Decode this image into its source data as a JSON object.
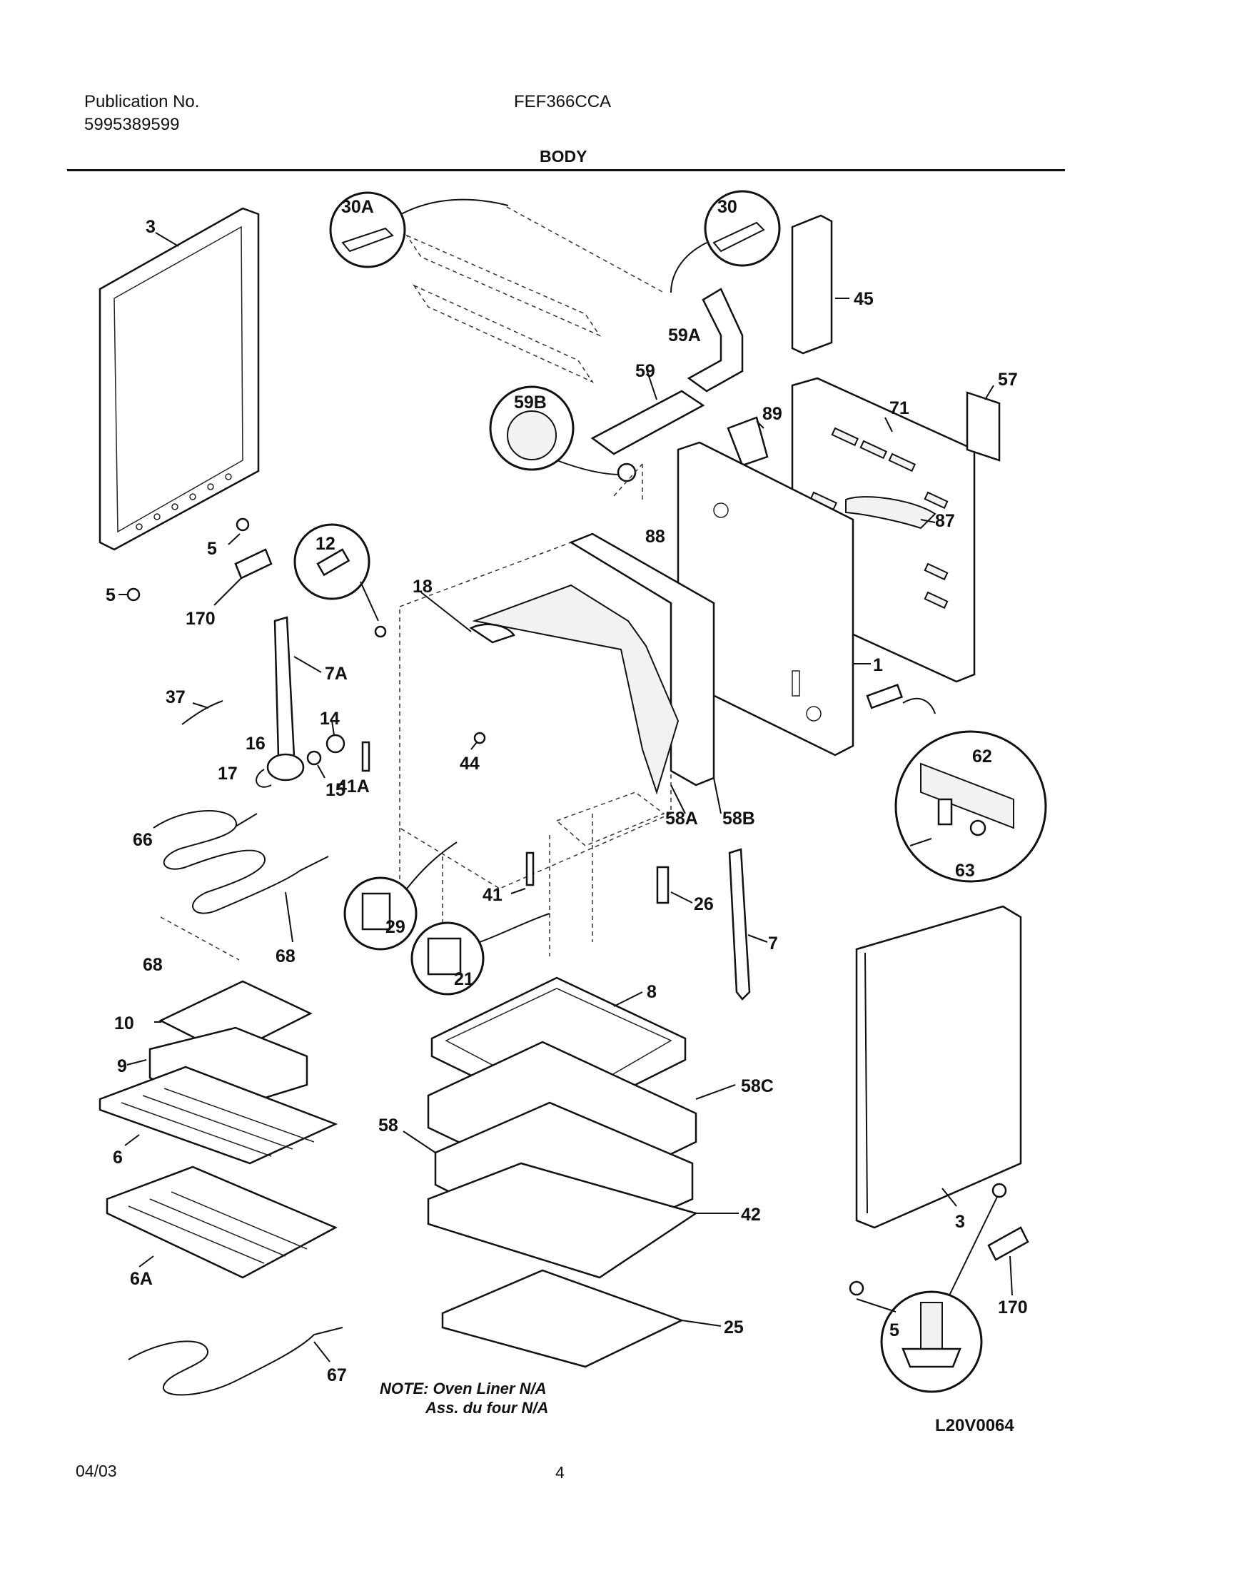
{
  "header": {
    "publication_label": "Publication No.",
    "publication_number": "5995389599",
    "model": "FEF366CCA",
    "section": "BODY"
  },
  "footer": {
    "date": "04/03",
    "page": "4",
    "drawing_id": "L20V0064"
  },
  "note": {
    "line1": "NOTE: Oven Liner N/A",
    "line2": "Ass. du four N/A"
  },
  "parts": {
    "p3_left": "3",
    "p30A": "30A",
    "p30": "30",
    "p45": "45",
    "p59A": "59A",
    "p59": "59",
    "p59B": "59B",
    "p57": "57",
    "p71": "71",
    "p89": "89",
    "p87": "87",
    "p88": "88",
    "p12": "12",
    "p18": "18",
    "p5a": "5",
    "p5b": "5",
    "p170a": "170",
    "p7A": "7A",
    "p37": "37",
    "p14": "14",
    "p16": "16",
    "p17": "17",
    "p15": "15",
    "p44": "44",
    "p41A": "41A",
    "p58A": "58A",
    "p58B": "58B",
    "p1": "1",
    "p62": "62",
    "p63": "63",
    "p66": "66",
    "p68a": "68",
    "p68b": "68",
    "p41": "41",
    "p29": "29",
    "p21": "21",
    "p26": "26",
    "p7": "7",
    "p10": "10",
    "p9": "9",
    "p8": "8",
    "p58C": "58C",
    "p58": "58",
    "p6": "6",
    "p42": "42",
    "p6A": "6A",
    "p3_right": "3",
    "p25": "25",
    "p170b": "170",
    "p5c": "5",
    "p67": "67"
  }
}
